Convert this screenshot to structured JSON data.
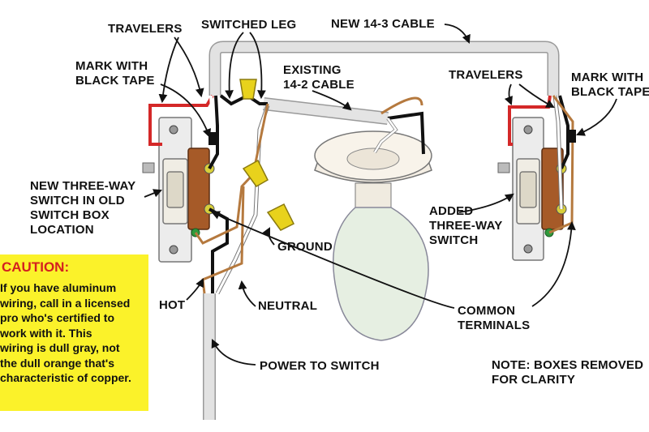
{
  "labels": {
    "travelers_left": "TRAVELERS",
    "switched_leg": "SWITCHED LEG",
    "new_cable": "NEW 14-3 CABLE",
    "mark_left": "MARK WITH\nBLACK TAPE",
    "existing_cable": "EXISTING\n14-2 CABLE",
    "travelers_right": "TRAVELERS",
    "mark_right": "MARK WITH\nBLACK TAPE",
    "new_switch": "NEW THREE-WAY\nSWITCH IN OLD\nSWITCH BOX\nLOCATION",
    "added_switch": "ADDED\nTHREE-WAY\nSWITCH",
    "ground": "GROUND",
    "hot": "HOT",
    "neutral": "NEUTRAL",
    "common_terminals": "COMMON\nTERMINALS",
    "power_to_switch": "POWER TO SWITCH",
    "note": "NOTE: BOXES REMOVED\nFOR CLARITY"
  },
  "caution": {
    "title_prefix": "C",
    "title": "AUTION:",
    "body": "If you have aluminum\nwiring, call in a licensed\npro who's certified to\nwork with it. This\nwiring is dull gray, not\nthe dull orange that's\ncharacteristic of copper."
  },
  "colors": {
    "caution_bg": "#fbf22a",
    "caution_title": "#d42020",
    "wire_red": "#d42828",
    "wire_black": "#111111",
    "wire_copper": "#b5793e",
    "wire_white": "#ffffff",
    "cable_sheath": "#dcdcdc",
    "wire_nut": "#e8d21c",
    "switch_body": "#a65a28",
    "bulb": "#e6efe2"
  }
}
